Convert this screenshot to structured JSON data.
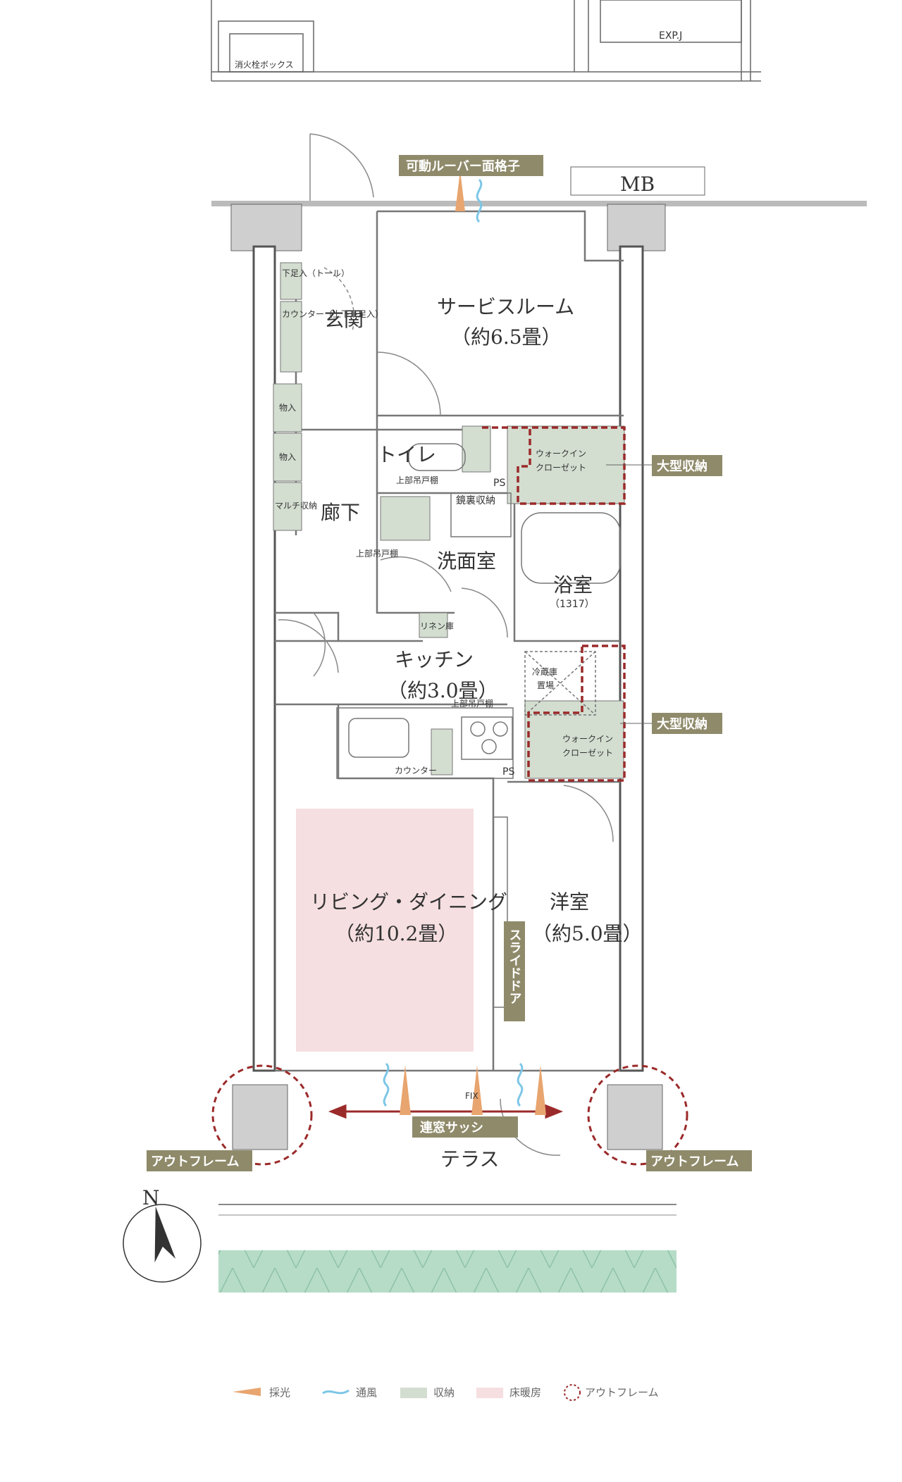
{
  "top": {
    "hydrant_box": "消火栓ボックス",
    "expj": "EXP.J"
  },
  "mb": "MB",
  "rooms": {
    "service_room": "サービスルーム",
    "service_room_size": "（約6.5畳）",
    "entrance": "玄関",
    "toilet": "トイレ",
    "corridor": "廊下",
    "washroom": "洗面室",
    "bathroom": "浴室",
    "bathroom_size": "（1317）",
    "kitchen": "キッチン",
    "kitchen_size": "（約3.0畳）",
    "living": "リビング・ダイニング",
    "living_size": "（約10.2畳）",
    "western": "洋室",
    "western_size": "（約5.0畳）",
    "terrace": "テラス"
  },
  "storage": {
    "shoe_top": "下足入（トール）",
    "shoe_counter": "カウンター（上下下足入）",
    "closet1": "物入",
    "closet2": "物入",
    "multi": "マルチ収納",
    "upper_shelf_toilet": "上部吊戸棚",
    "upper_shelf_corridor": "上部吊戸棚",
    "upper_shelf_kitchen": "上部吊戸棚",
    "mirror": "鏡裏収納",
    "linen": "リネン庫",
    "walkin1_a": "ウォークイン",
    "walkin1_b": "クローゼット",
    "walkin2_a": "ウォークイン",
    "walkin2_b": "クローゼット",
    "fridge_a": "冷蔵庫",
    "fridge_b": "置場",
    "counter": "カウンター",
    "ps1": "PS",
    "ps2": "PS",
    "fix": "FIX"
  },
  "tags": {
    "louver": "可動ルーバー面格子",
    "large_storage_1": "大型収納",
    "large_storage_2": "大型収納",
    "slide_door": "スライドドア",
    "window": "連窓サッシ",
    "outframe_left": "アウトフレーム",
    "outframe_right": "アウトフレーム"
  },
  "compass": "N",
  "legend": [
    {
      "label": "採光",
      "kind": "light"
    },
    {
      "label": "通風",
      "kind": "wind"
    },
    {
      "label": "収納",
      "kind": "storage"
    },
    {
      "label": "床暖房",
      "kind": "floorheat"
    },
    {
      "label": "アウトフレーム",
      "kind": "outframe"
    }
  ],
  "colors": {
    "tag_bg": "#8f8a6a",
    "storage_green": "#d3ddd0",
    "floor_heating": "#f6dfe1",
    "outframe_red": "#9b2a2a",
    "light_orange": "#e8a56f",
    "wind_blue": "#7cc6e6",
    "wall_gray": "#cfcfcf",
    "hedge_green": "#a8d6c0"
  }
}
